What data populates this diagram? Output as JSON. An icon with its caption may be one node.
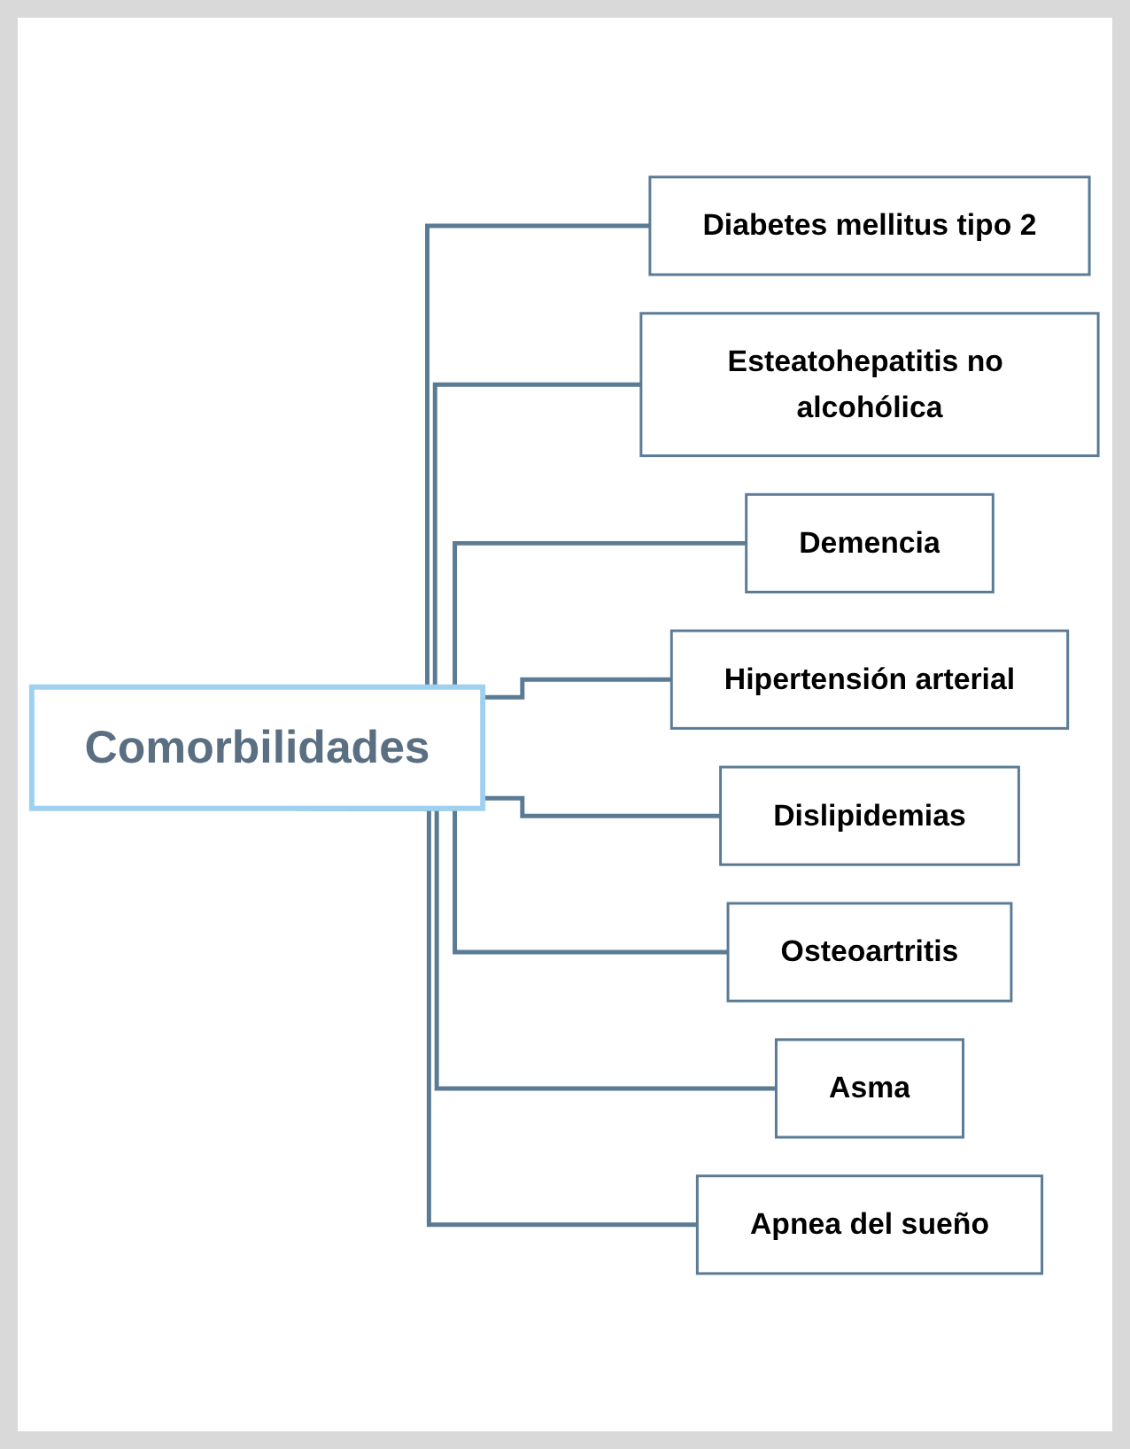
{
  "diagram": {
    "nodes": [
      {
        "text": [
          "Comorbilidades"
        ]
      },
      {
        "text": [
          "Diabetes mellitus tipo 2"
        ]
      },
      {
        "text": [
          "Esteatohepatitis no alcohólica"
        ]
      },
      {
        "text": [
          "Demencia"
        ]
      },
      {
        "text": [
          "Hipertensión arterial"
        ]
      },
      {
        "text": [
          "Dislipidemias"
        ]
      },
      {
        "text": [
          "Osteoartritis"
        ]
      },
      {
        "text": [
          "Asma"
        ]
      },
      {
        "text": [
          "Apnea del sueño"
        ]
      }
    ],
    "edges": [
      {
        "from": 0,
        "to": 1,
        "arrow": "none"
      },
      {
        "from": 0,
        "to": 2,
        "arrow": "none"
      },
      {
        "from": 0,
        "to": 3,
        "arrow": "none"
      },
      {
        "from": 0,
        "to": 4,
        "arrow": "none"
      },
      {
        "from": 0,
        "to": 5,
        "arrow": "none"
      },
      {
        "from": 0,
        "to": 6,
        "arrow": "none"
      },
      {
        "from": 0,
        "to": 7,
        "arrow": "none"
      },
      {
        "from": 0,
        "to": 8,
        "arrow": "none"
      }
    ]
  }
}
